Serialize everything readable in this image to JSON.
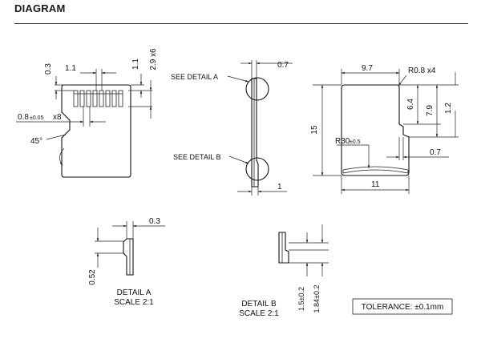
{
  "header": {
    "title": "DIAGRAM"
  },
  "front_view": {
    "dims": {
      "contact_gap": "0.3",
      "contact_width": "1.1",
      "contact_top": "1.1",
      "contact_height": "2.9 x6",
      "contact_pitch_value": "0.8",
      "contact_pitch_tol": "±0.05",
      "contact_pitch_count": "x8",
      "chamfer_angle": "45°"
    }
  },
  "side_view": {
    "labels": {
      "detail_a": "SEE DETAIL A",
      "detail_b": "SEE DETAIL B"
    },
    "dims": {
      "top_thickness": "0.7",
      "bottom_thickness": "1"
    }
  },
  "back_view": {
    "dims": {
      "width_top": "9.7",
      "corner_radius": "R0.8 x4",
      "height": "15",
      "notch_depth": "6.4",
      "notch_bottom": "7.9",
      "notch_right": "1.2",
      "notch_radius_value": "R30",
      "notch_radius_tol": "±0.5",
      "notch_width": "0.7",
      "width_bottom": "11"
    }
  },
  "detail_a": {
    "title": "DETAIL A",
    "scale": "SCALE 2:1",
    "dim_width": "0.3",
    "dim_height": "0.52"
  },
  "detail_b": {
    "title": "DETAIL B",
    "scale": "SCALE 2:1",
    "dim_a": "1.5±0.2",
    "dim_b": "1.84±0.2"
  },
  "tolerance": {
    "label": "TOLERANCE: ±0.1mm"
  }
}
